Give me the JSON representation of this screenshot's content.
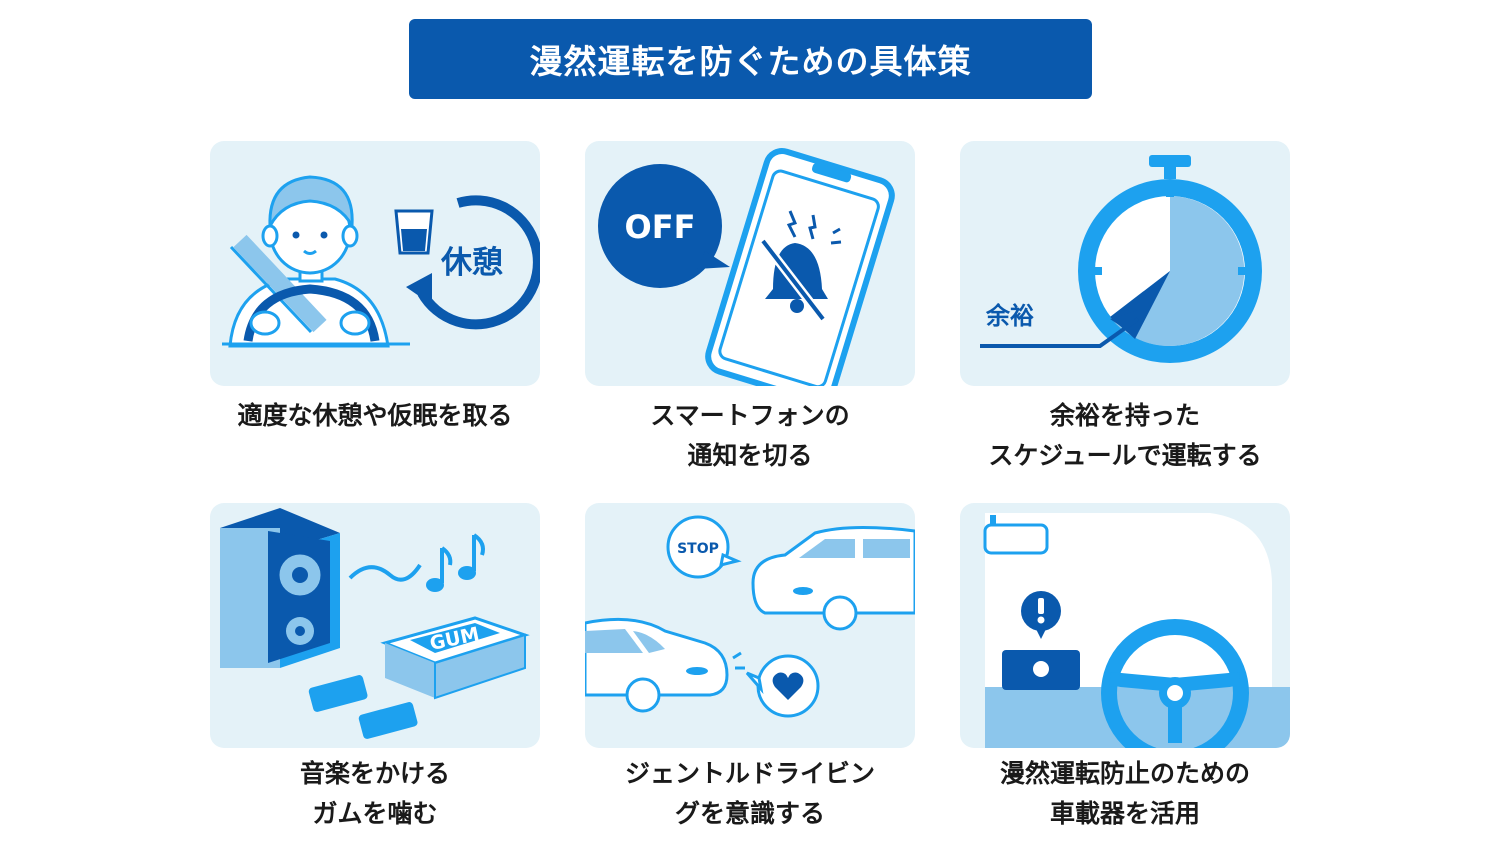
{
  "title": "漫然運転を防ぐための具体策",
  "colors": {
    "banner": "#0a59ad",
    "card_bg": "#e4f2f8",
    "accent_blue": "#1da1ef",
    "dark_blue": "#0a59ad",
    "light_blue": "#8cc6ec"
  },
  "cards": [
    {
      "caption": [
        "適度な休憩や仮眠を取る"
      ],
      "icons": [
        "driver-icon",
        "water-glass-icon",
        "rotate-arrow-icon"
      ],
      "label": "休憩"
    },
    {
      "caption": [
        "スマートフォンの",
        "通知を切る"
      ],
      "icons": [
        "smartphone-icon",
        "muted-bell-icon",
        "speech-bubble-icon"
      ],
      "label": "OFF"
    },
    {
      "caption": [
        "余裕を持った",
        "スケジュールで運転する"
      ],
      "icons": [
        "stopwatch-icon"
      ],
      "label": "余裕"
    },
    {
      "caption": [
        "音楽をかける",
        "ガムを噛む"
      ],
      "icons": [
        "speaker-icon",
        "music-note-icon",
        "gum-pack-icon"
      ],
      "label": "GUM"
    },
    {
      "caption": [
        "ジェントルドライビン",
        "グを意識する"
      ],
      "icons": [
        "car-icon",
        "stop-bubble-icon",
        "heart-bubble-icon"
      ],
      "label": "STOP"
    },
    {
      "caption": [
        "漫然運転防止のための",
        "車載器を活用"
      ],
      "icons": [
        "steering-wheel-icon",
        "alert-icon",
        "dashcam-device-icon"
      ]
    }
  ]
}
